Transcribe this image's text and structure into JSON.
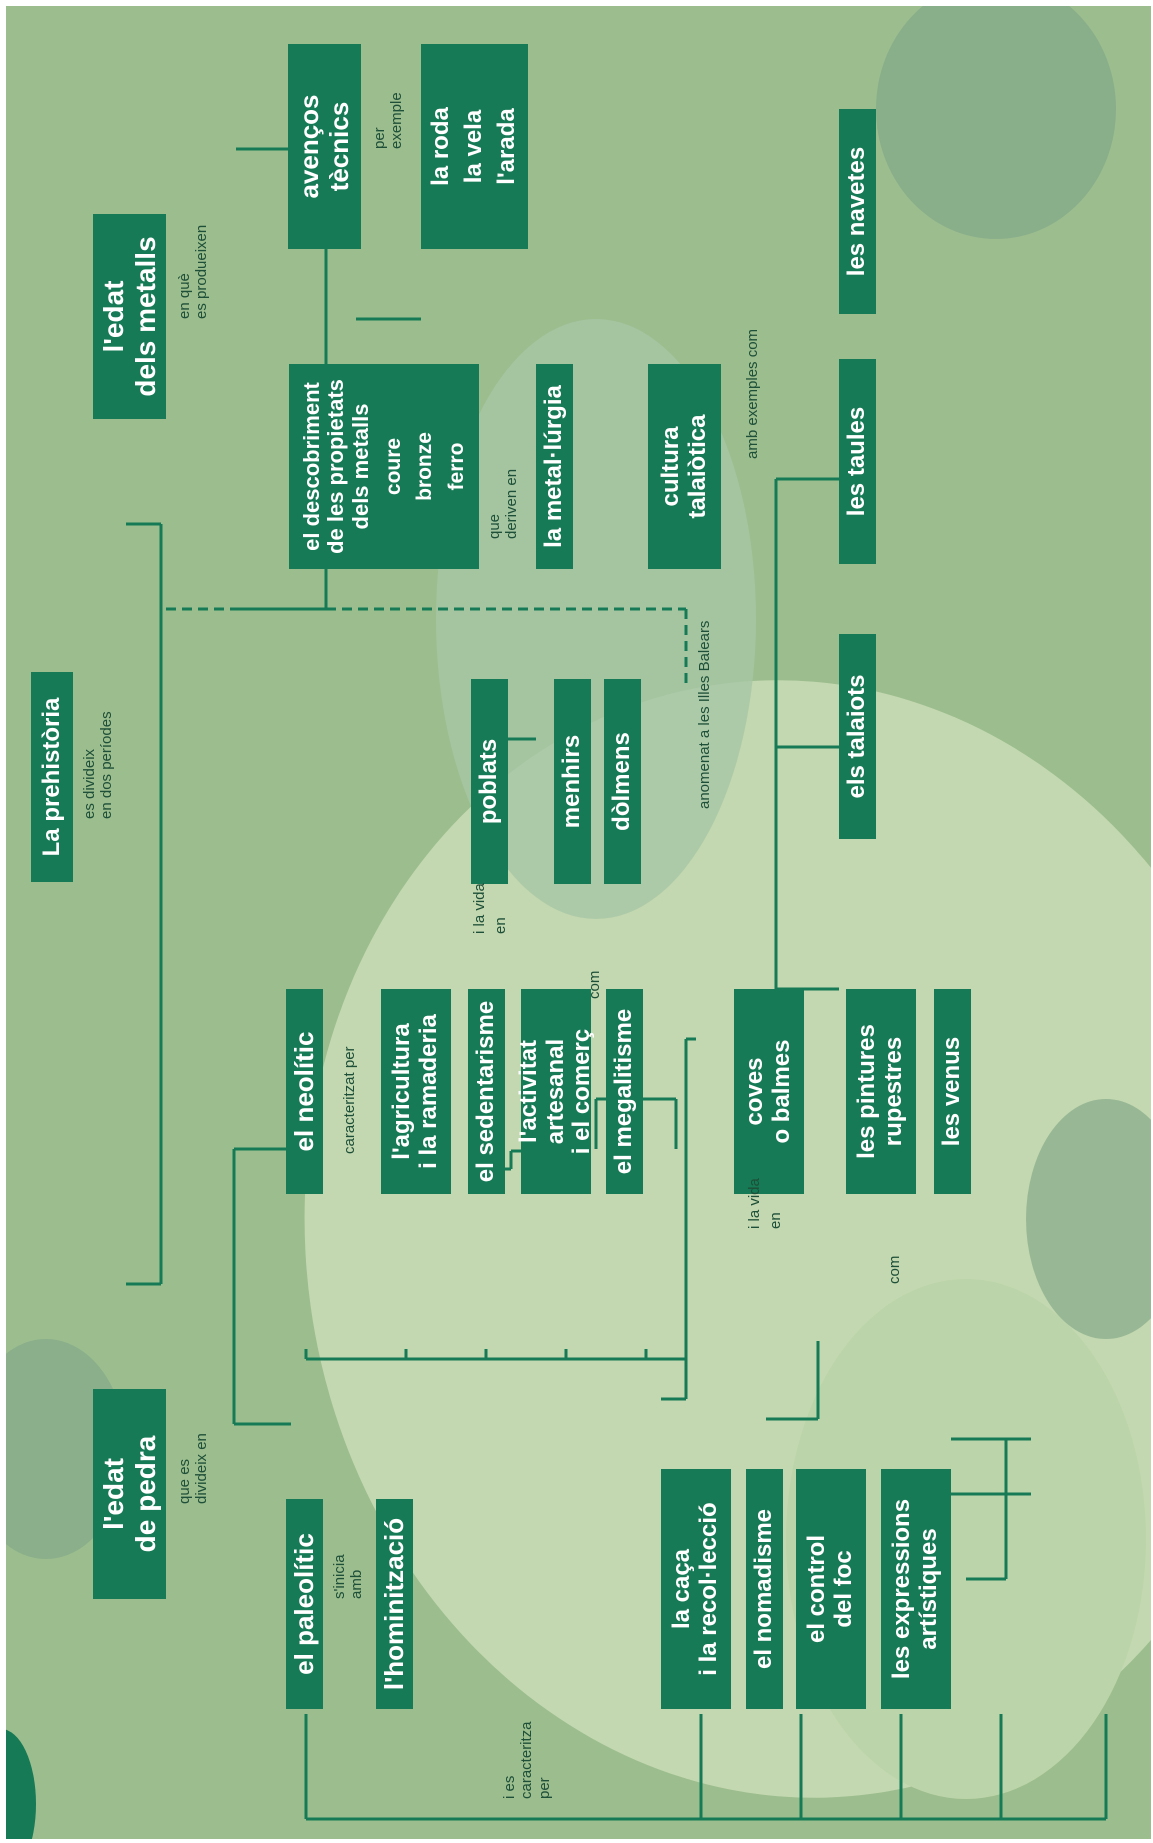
{
  "title": "La prehistòria",
  "nodes": {
    "edat_pedra": [
      "l'edat",
      "de pedra"
    ],
    "edat_metalls": [
      "l'edat",
      "dels metalls"
    ],
    "paleolitic": "el paleolític",
    "hominitzacio": "l'hominització",
    "neolitic": "el neolític",
    "agricultura": [
      "l'agricultura",
      "i la ramaderia"
    ],
    "sedentarisme": "el sedentarisme",
    "activitat": [
      "l'activitat artesanal",
      "i el comerç"
    ],
    "megalitisme": "el megalitisme",
    "poblats": "poblats",
    "menhirs": "menhirs",
    "dolmens": "dòlmens",
    "caca": [
      "la caça",
      "i la recol·lecció"
    ],
    "nomadisme": "el nomadisme",
    "control_foc": [
      "el control",
      "del foc"
    ],
    "expressions": [
      "les expressions",
      "artístiques"
    ],
    "coves": [
      "coves",
      "o balmes"
    ],
    "pintures": [
      "les pintures",
      "rupestres"
    ],
    "venus": "les venus",
    "descobriment": [
      "el descobriment",
      "de les propietats",
      "dels metalls",
      "coure",
      "bronze",
      "ferro"
    ],
    "metallurgia": "la metal·lúrgia",
    "avencos": [
      "avenços",
      "tècnics"
    ],
    "roda": [
      "la roda",
      "la vela",
      "l'arada"
    ],
    "talaiotica": [
      "cultura",
      "talaiòtica"
    ],
    "talaiots": "els talaiots",
    "taules": "les taules",
    "navetes": "les navetes"
  },
  "labels": {
    "es_divideix": [
      "es divideix",
      "en dos períodes"
    ],
    "que_es_divideix": [
      "que es",
      "divideix en"
    ],
    "sinicia": [
      "s'inicia",
      "amb"
    ],
    "caracteritzat": "caracteritzat per",
    "i_es_caracteritza": [
      "i es",
      "caracteritza",
      "per"
    ],
    "vida_en_1": "i la vida",
    "en_1": "en",
    "com_1": "com",
    "vida_en_2": "i la vida",
    "en_2": "en",
    "com_2": "com",
    "anomenat": "anomenat a les Illes Balears",
    "en_que": [
      "en què",
      "es produeixen"
    ],
    "que_deriven": [
      "que",
      "deriven en"
    ],
    "per_exemple": [
      "per",
      "exemple"
    ],
    "amb_exemples": "amb exemples com"
  },
  "colors": {
    "background": "#9cbd8e",
    "box": "#157a55",
    "line": "#157a55",
    "label": "#1e4f38"
  }
}
